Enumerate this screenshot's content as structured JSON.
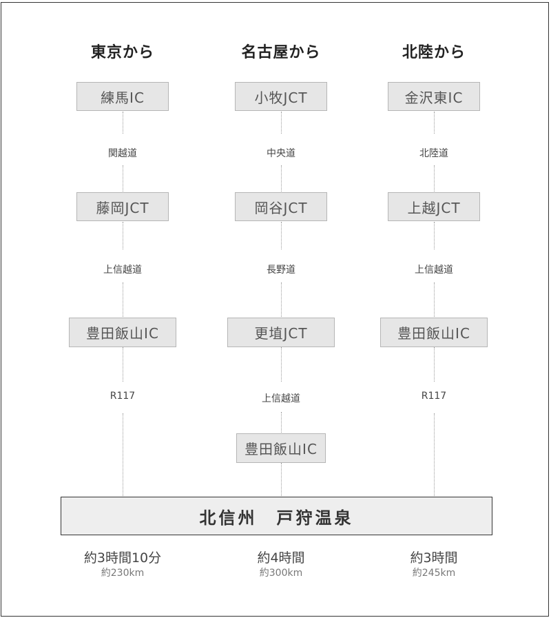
{
  "columns": [
    {
      "title": "東京から",
      "nodes": [
        "練馬IC",
        "藤岡JCT",
        "豊田飯山IC"
      ],
      "roads": [
        "関越道",
        "上信越道",
        "R117"
      ],
      "time": "約3時間10分",
      "distance": "約230km"
    },
    {
      "title": "名古屋から",
      "nodes": [
        "小牧JCT",
        "岡谷JCT",
        "更埴JCT",
        "豊田飯山IC"
      ],
      "roads": [
        "中央道",
        "長野道",
        "上信越道"
      ],
      "time": "約4時間",
      "distance": "約300km"
    },
    {
      "title": "北陸から",
      "nodes": [
        "金沢東IC",
        "上越JCT",
        "豊田飯山IC"
      ],
      "roads": [
        "北陸道",
        "上信越道",
        "R117"
      ],
      "time": "約3時間",
      "distance": "約245km"
    }
  ],
  "destination": "北信州　戸狩温泉"
}
